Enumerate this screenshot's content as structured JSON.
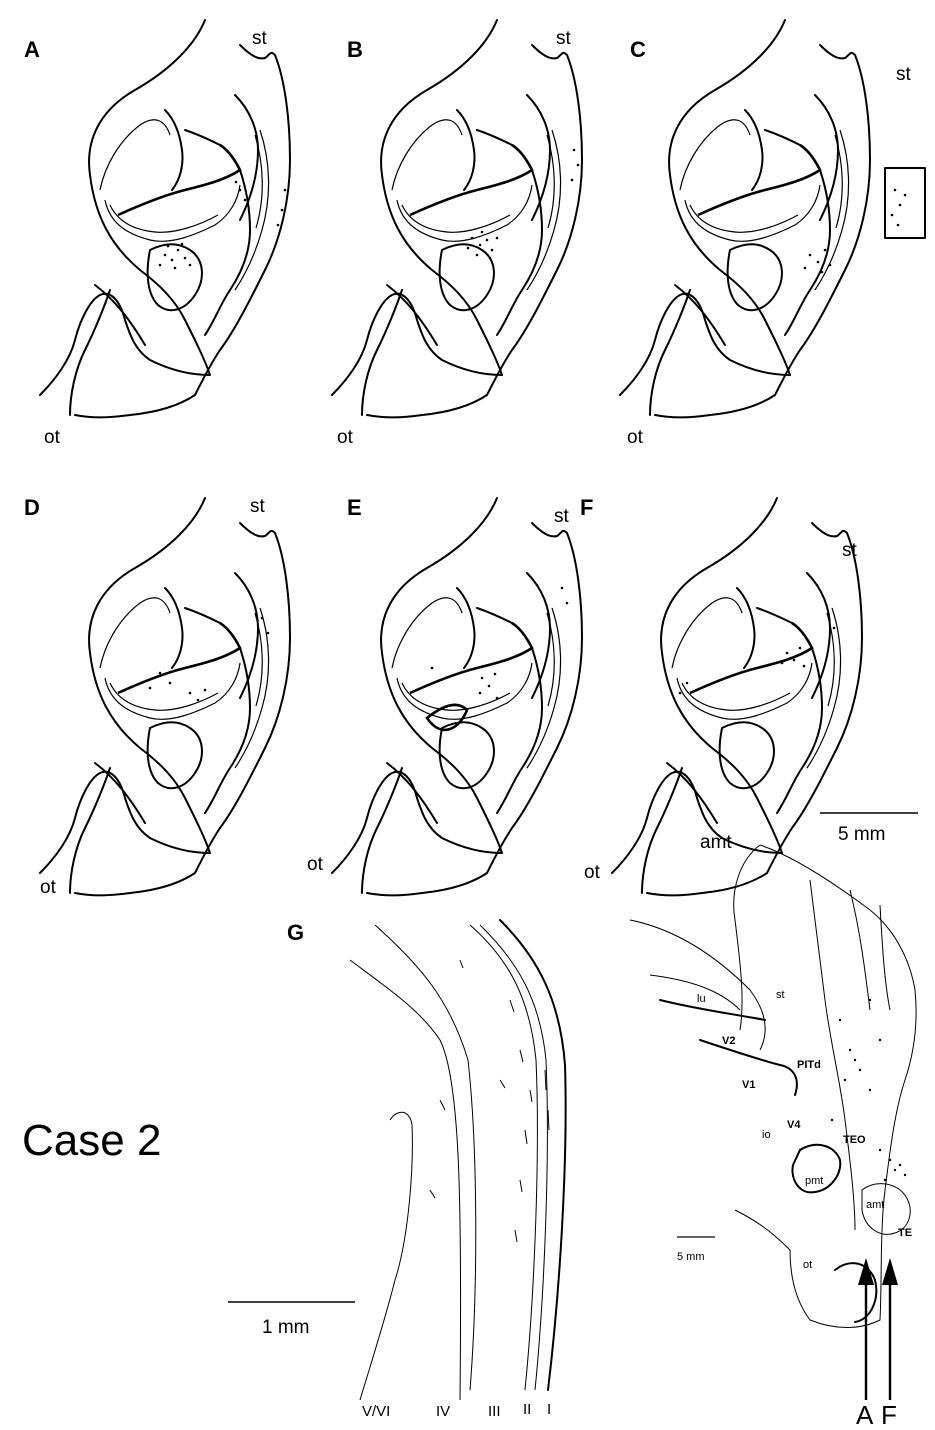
{
  "panels": {
    "A": {
      "letter": "A",
      "sulcus_top": "st",
      "sulcus_bottom": "ot"
    },
    "B": {
      "letter": "B",
      "sulcus_top": "st",
      "sulcus_bottom": "ot"
    },
    "C": {
      "letter": "C",
      "sulcus_top": "st",
      "sulcus_bottom": "ot"
    },
    "D": {
      "letter": "D",
      "sulcus_top": "st",
      "sulcus_bottom": "ot"
    },
    "E": {
      "letter": "E",
      "sulcus_top": "st",
      "sulcus_bottom": "ot"
    },
    "F": {
      "letter": "F",
      "sulcus_top": "st",
      "sulcus_bottom": "ot",
      "sulcus_extra": "amt"
    }
  },
  "scale_sections": "5 mm",
  "panel_g": {
    "letter": "G",
    "scale": "1 mm",
    "layers": [
      "V/VI",
      "IV",
      "III",
      "II",
      "I"
    ]
  },
  "case_label": "Case 2",
  "brain_view": {
    "areas": [
      "lu",
      "st",
      "V2",
      "PITd",
      "V1",
      "io",
      "V4",
      "TEO",
      "pmt",
      "amt",
      "TE",
      "ot"
    ],
    "scale": "5 mm",
    "arrow_labels": [
      "A",
      "F"
    ]
  }
}
